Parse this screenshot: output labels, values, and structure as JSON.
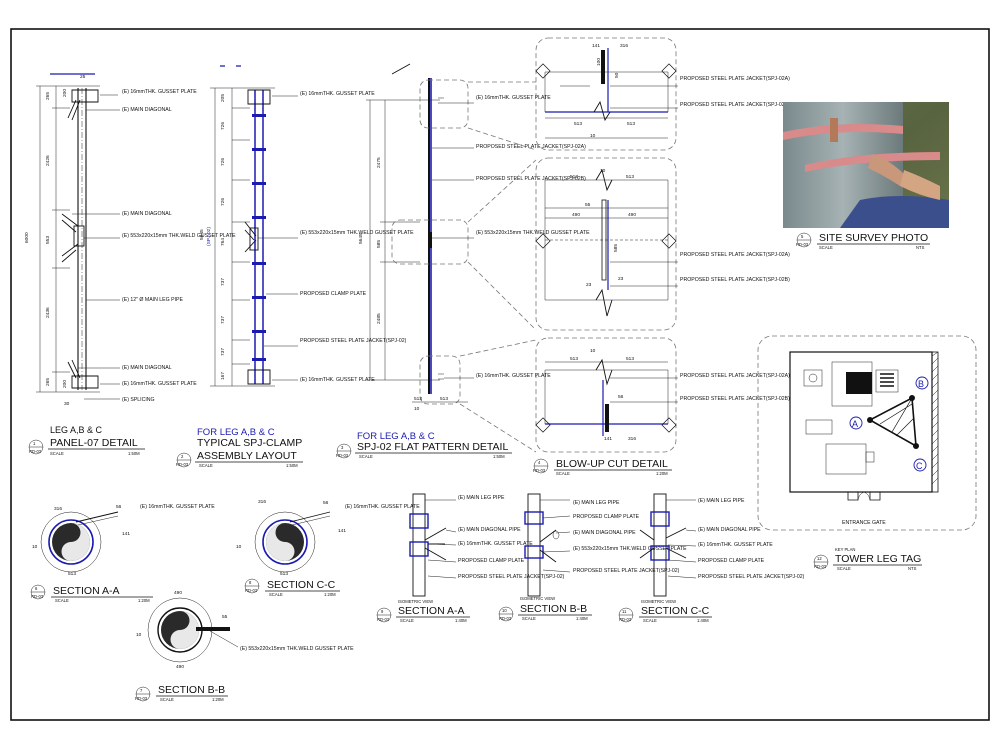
{
  "panel07": {
    "header": "LEG A,B & C",
    "number": "1",
    "title": "PANEL-07 DETAIL",
    "ref": "RD-03",
    "scale_label": "SCALE",
    "scale": "1:50M",
    "labels": [
      "(E) 16mmTHK. GUSSET PLATE",
      "(E) MAIN DIAGONAL",
      "(E) MAIN DIAGONAL",
      "(E) 553x220x15mm THK.WELD GUSSET PLATE",
      "(E) 12\" Ø MAIN LEG PIPE",
      "(E) MAIN DIAGONAL",
      "(E) 16mmTHK. GUSSET PLATE",
      "(E) SPLICING"
    ],
    "dims": [
      "6000",
      "265",
      "2426",
      "553",
      "2436",
      "265",
      "25",
      "200",
      "200",
      "30"
    ]
  },
  "spj_clamp": {
    "header": "FOR LEG A,B & C",
    "number": "2",
    "title1": "TYPICAL SPJ-CLAMP",
    "title2": "ASSEMBLY LAYOUT",
    "ref": "RD-03",
    "scale_label": "SCALE",
    "scale": "1:50M",
    "labels": [
      "(E) 16mmTHK. GUSSET PLATE",
      "(E) 553x220x15mm THK.WELD GUSSET PLATE",
      "PROPOSED CLAMP PLATE",
      "PROPOSED STEEL PLATE JACKET(SPJ-02)",
      "(E) 16mmTHK. GUSSET PLATE"
    ],
    "dims": [
      "5645",
      "(SPJ-02)",
      "205",
      "726",
      "726",
      "726",
      "764",
      "737",
      "737",
      "737",
      "167"
    ]
  },
  "spj02": {
    "header": "FOR LEG A,B & C",
    "number": "3",
    "title": "SPJ-02 FLAT PATTERN DETAIL",
    "ref": "RD-03",
    "scale_label": "SCALE",
    "scale": "1:50M",
    "labels": [
      "(E) 16mmTHK. GUSSET PLATE",
      "PROPOSED STEEL PLATE JACKET(SPJ-02A)",
      "PROPOSED STEEL PLATE JACKET(SPJ-02B)",
      "(E) 553x220x15mm THK.WELD GUSSET PLATE",
      "(E) 16mmTHK. GUSSET PLATE"
    ],
    "dims": [
      "5645",
      "2475",
      "585",
      "2485",
      "513",
      "513",
      "10"
    ]
  },
  "blowup": {
    "number": "4",
    "title": "BLOW-UP CUT DETAIL",
    "ref": "RD-03",
    "scale_label": "SCALE",
    "scale": "1:20M",
    "labels": [
      "PROPOSED STEEL PLATE JACKET(SPJ-02A)",
      "PROPOSED STEEL PLATE JACKET(SPJ-02B)"
    ],
    "dims_top": [
      "141",
      "316",
      "100",
      "50",
      "513",
      "513",
      "10"
    ],
    "dims_mid": [
      "10",
      "513",
      "513",
      "55",
      "490",
      "490",
      "585",
      "23",
      "23"
    ],
    "dims_bot": [
      "10",
      "513",
      "513",
      "56",
      "141",
      "316"
    ]
  },
  "site_photo": {
    "number": "5",
    "title": "SITE SURVEY PHOTO",
    "ref": "RD-03",
    "scale_label": "SCALE",
    "scale": "NTS"
  },
  "section_aa": {
    "number": "6",
    "title": "SECTION A-A",
    "ref": "RD-03",
    "scale_label": "SCALE",
    "scale": "1:20M",
    "label": "(E) 16mmTHK. GUSSET PLATE",
    "dims": [
      "316",
      "56",
      "141",
      "10",
      "513"
    ]
  },
  "section_bb": {
    "number": "7",
    "title": "SECTION B-B",
    "ref": "RD-03",
    "scale_label": "SCALE",
    "scale": "1:20M",
    "label": "(E) 553x220x15mm THK.WELD GUSSET PLATE",
    "dims": [
      "490",
      "55",
      "10",
      "490"
    ]
  },
  "section_cc": {
    "number": "8",
    "title": "SECTION C-C",
    "ref": "RD-03",
    "scale_label": "SCALE",
    "scale": "1:20M",
    "label": "(E) 16mmTHK. GUSSET PLATE",
    "dims": [
      "316",
      "56",
      "141",
      "10",
      "513"
    ]
  },
  "iso_aa": {
    "header": "ISOMETRIC VIEW",
    "number": "9",
    "title": "SECTION A-A",
    "ref": "RD-03",
    "scale_label": "SCALE",
    "scale": "1:40M",
    "labels": [
      "(E) MAIN LEG PIPE",
      "(E) MAIN DIAGONAL PIPE",
      "(E) 16mmTHK. GUSSET PLATE",
      "PROPOSED CLAMP PLATE",
      "PROPOSED STEEL PLATE JACKET(SPJ-02)"
    ]
  },
  "iso_bb": {
    "header": "ISOMETRIC VIEW",
    "number": "10",
    "title": "SECTION B-B",
    "ref": "RD-03",
    "scale_label": "SCALE",
    "scale": "1:40M",
    "labels": [
      "(E) MAIN LEG PIPE",
      "PROPOSED CLAMP PLATE",
      "(E) MAIN DIAGONAL PIPE",
      "(E) 553x220x15mm THK.WELD GUSSET PLATE",
      "PROPOSED STEEL PLATE JACKET(SPJ-02)"
    ]
  },
  "iso_cc": {
    "header": "ISOMETRIC VIEW",
    "number": "11",
    "title": "SECTION C-C",
    "ref": "RD-03",
    "scale_label": "SCALE",
    "scale": "1:40M",
    "labels": [
      "(E) MAIN LEG PIPE",
      "(E) MAIN DIAGONAL PIPE",
      "(E) 16mmTHK. GUSSET PLATE",
      "PROPOSED CLAMP PLATE",
      "PROPOSED STEEL PLATE JACKET(SPJ-02)"
    ]
  },
  "tower_leg": {
    "header": "KEY PLAN",
    "number": "12",
    "title": "TOWER LEG TAG",
    "ref": "RD-03",
    "scale_label": "SCALE",
    "scale": "NTS",
    "legs": [
      "A",
      "B",
      "C"
    ],
    "gate": "ENTRANCE GATE"
  },
  "colors": {
    "accent": "#1b1bb0",
    "line": "#111111",
    "dash": "#777777"
  }
}
